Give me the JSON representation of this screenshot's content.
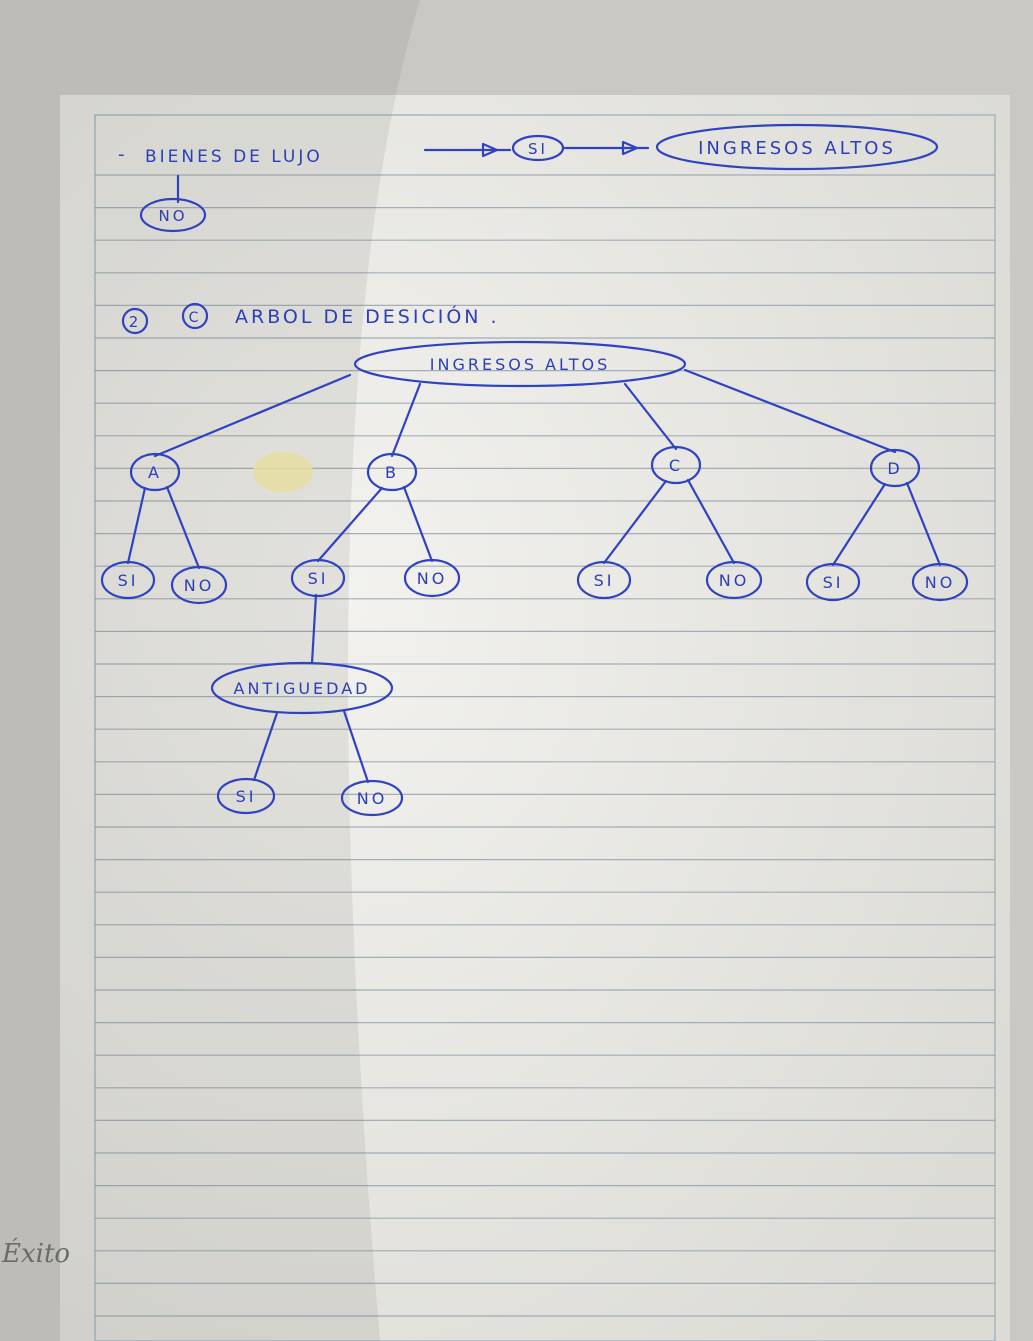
{
  "page": {
    "top_note": {
      "prefix": "-",
      "text": "BIENES DE LUJO",
      "yes": "SI",
      "target": "INGRESOS ALTOS",
      "no": "NO"
    },
    "section_number": "2",
    "section_letter": "C",
    "section_title": "ARBOL DE DESICIÓN .",
    "margin_stamp": "Éxito"
  },
  "diagram": {
    "root": "INGRESOS ALTOS",
    "branches": [
      {
        "label": "A",
        "yes": "SI",
        "no": "NO"
      },
      {
        "label": "B",
        "yes": "SI",
        "no": "NO"
      },
      {
        "label": "C",
        "yes": "SI",
        "no": "NO"
      },
      {
        "label": "D",
        "yes": "SI",
        "no": "NO"
      }
    ],
    "sub_node": {
      "label": "ANTIGUEDAD",
      "yes": "SI",
      "no": "NO"
    }
  },
  "colors": {
    "ink": "#2f43c2",
    "paper": "#eceae6",
    "rule": "#8b9aa6"
  }
}
